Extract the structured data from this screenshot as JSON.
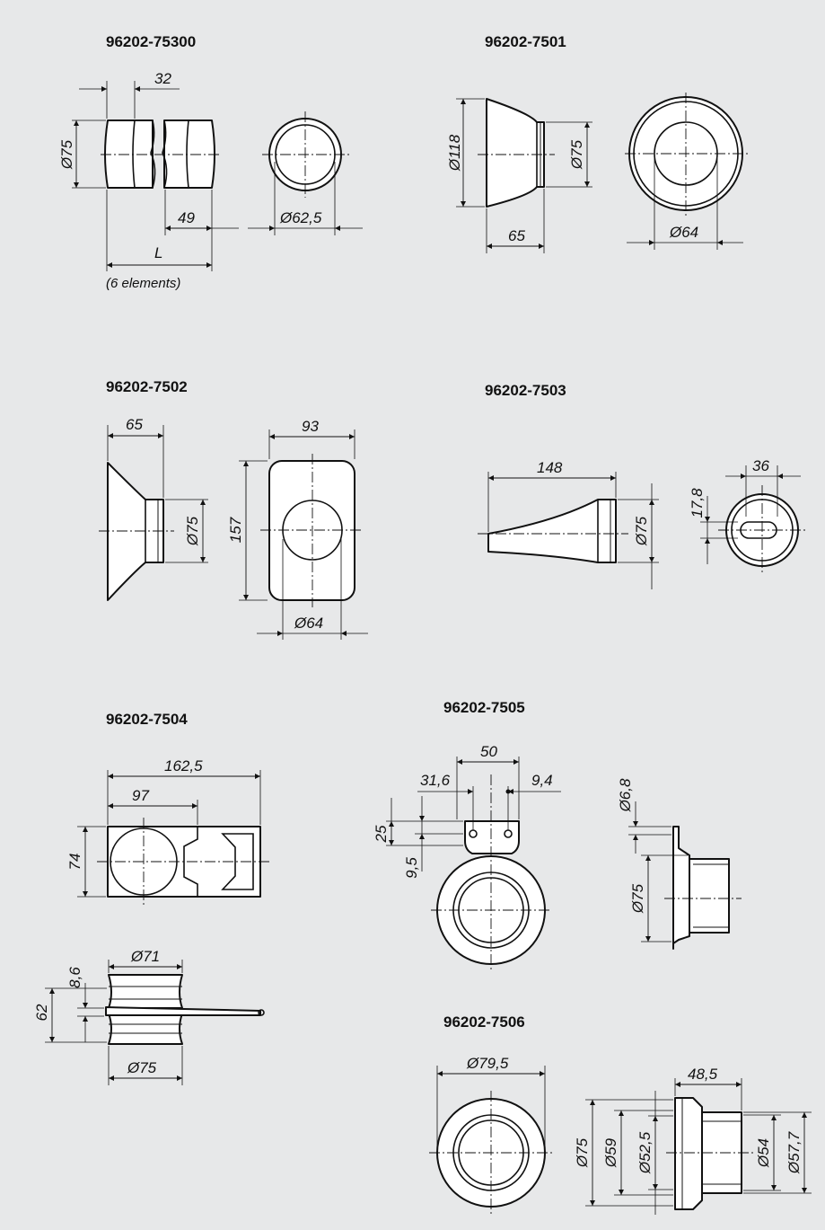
{
  "parts": [
    {
      "title": "96202-75300",
      "dims": {
        "d75": "Ø75",
        "l32": "32",
        "l49": "49",
        "lL": "L",
        "note": "(6 elements)",
        "d625": "Ø62,5"
      }
    },
    {
      "title": "96202-7501",
      "dims": {
        "d118": "Ø118",
        "d75": "Ø75",
        "l65": "65",
        "d64": "Ø64"
      }
    },
    {
      "title": "96202-7502",
      "dims": {
        "l65": "65",
        "d75": "Ø75",
        "l93": "93",
        "l157": "157",
        "d64": "Ø64"
      }
    },
    {
      "title": "96202-7503",
      "dims": {
        "l148": "148",
        "d75": "Ø75",
        "l36": "36",
        "l178": "17,8"
      }
    },
    {
      "title": "96202-7504",
      "dims": {
        "l1625": "162,5",
        "l97": "97",
        "l74": "74",
        "d71": "Ø71",
        "l86": "8,6",
        "l62": "62",
        "d75": "Ø75"
      }
    },
    {
      "title": "96202-7505",
      "dims": {
        "l50": "50",
        "l316": "31,6",
        "l94": "9,4",
        "l25": "25",
        "l95": "9,5",
        "d68": "Ø6,8",
        "d75": "Ø75"
      }
    },
    {
      "title": "96202-7506",
      "dims": {
        "d795": "Ø79,5",
        "l485": "48,5",
        "d75": "Ø75",
        "d59": "Ø59",
        "d525": "Ø52,5",
        "d54": "Ø54",
        "d577": "Ø57,7"
      }
    }
  ]
}
